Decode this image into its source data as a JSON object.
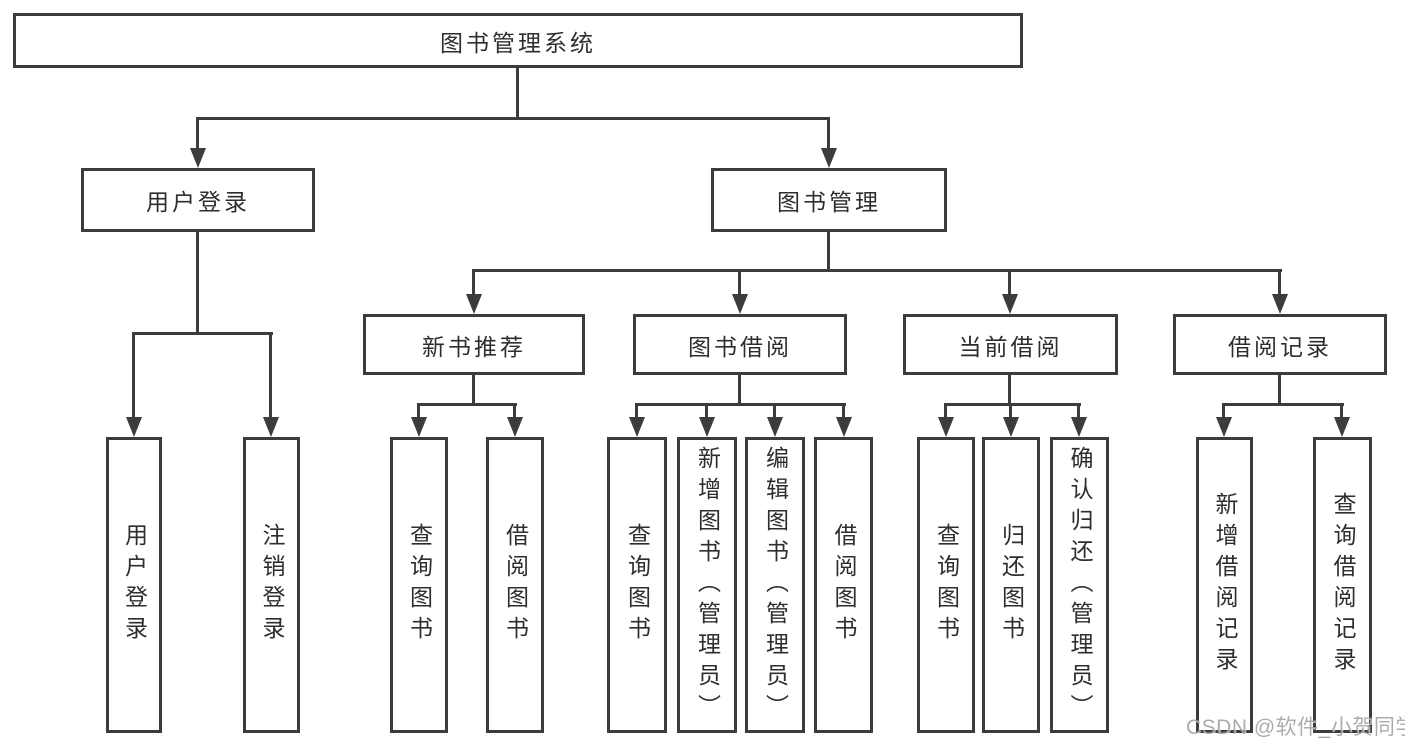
{
  "diagram": {
    "root": {
      "label": "图书管理系统"
    },
    "level2": [
      {
        "label": "用户登录",
        "children": [
          "用户登录",
          "注销登录"
        ]
      },
      {
        "label": "图书管理"
      }
    ],
    "level3": [
      {
        "label": "新书推荐",
        "children": [
          "查询图书",
          "借阅图书"
        ]
      },
      {
        "label": "图书借阅",
        "children": [
          "查询图书",
          "新增图书（管理员）",
          "编辑图书（管理员）",
          "借阅图书"
        ]
      },
      {
        "label": "当前借阅",
        "children": [
          "查询图书",
          "归还图书",
          "确认归还（管理员）"
        ]
      },
      {
        "label": "借阅记录",
        "children": [
          "新增借阅记录",
          "查询借阅记录"
        ]
      }
    ]
  },
  "watermark": {
    "text": "CSDN @软件_小贺同学",
    "color": "#9e9e9e"
  },
  "colors": {
    "line": "#3c3c3c",
    "text": "#2e2e2e",
    "background": "#ffffff"
  }
}
